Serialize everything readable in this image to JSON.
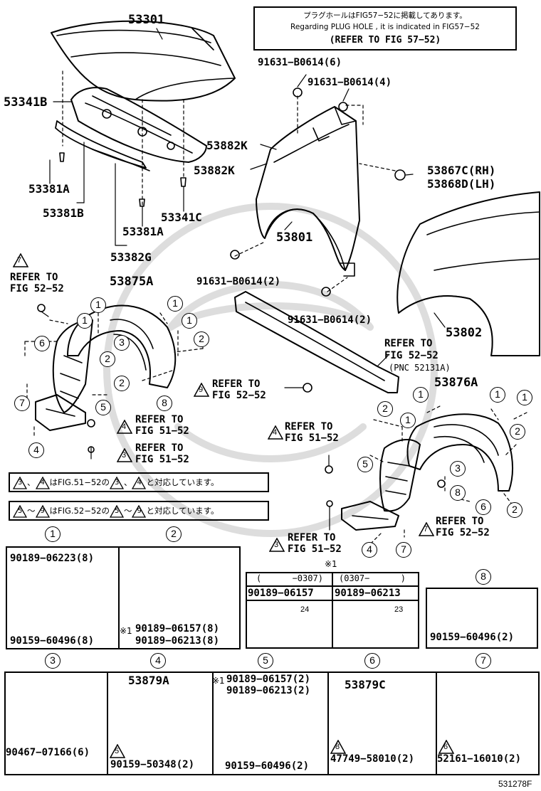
{
  "note": {
    "line_jp": "プラグホールはFIG57−52に掲載してあります。",
    "line_en": "Regarding PLUG HOLE , it is indicated in FIG57−52",
    "line_ref": "(REFER TO FIG 57−52)"
  },
  "parts": {
    "p53301": "53301",
    "p53341B": "53341B",
    "p91631_6": "91631−B0614(6)",
    "p91631_4": "91631−B0614(4)",
    "p53882K_a": "53882K",
    "p53882K_b": "53882K",
    "p53867C": "53867C(RH)",
    "p53868D": "53868D(LH)",
    "p53381A_a": "53381A",
    "p53381B": "53381B",
    "p53341C": "53341C",
    "p53381A_b": "53381A",
    "p53801": "53801",
    "p53382G": "53382G",
    "p91631_2a": "91631−B0614(2)",
    "p53875A": "53875A",
    "p91631_2b": "91631−B0614(2)",
    "p53802": "53802",
    "p53876A": "53876A",
    "pnc": "(PNC 52131A)"
  },
  "refs": {
    "r7_top": {
      "num": "7",
      "l1": "REFER TO",
      "l2": "FIG 52−52"
    },
    "r9": {
      "num": "9",
      "l1": "REFER TO",
      "l2": "FIG 52−52"
    },
    "r_fig_center": {
      "l1": "REFER TO",
      "l2": "FIG 52−52"
    },
    "r4_left": {
      "num": "4",
      "l1": "REFER TO",
      "l2": "FIG 51−52"
    },
    "r3_left": {
      "num": "3",
      "l1": "REFER TO",
      "l2": "FIG 51−52"
    },
    "r4_right": {
      "num": "4",
      "l1": "REFER TO",
      "l2": "FIG 51−52"
    },
    "r7_right": {
      "num": "7",
      "l1": "REFER TO",
      "l2": "FIG 52−52"
    },
    "r3_right": {
      "num": "3",
      "l1": "REFER TO",
      "l2": "FIG 51−52"
    }
  },
  "legend": {
    "a_t1": "3",
    "a_t2": "4",
    "a_text": "、 はFIG.51−52の 、 と対応しています。",
    "a_pre": "、",
    "a_mid": "はFIG.51−52の",
    "a_sep": "、",
    "a_post": "と対応しています。",
    "b_t1": "5",
    "b_t2": "9",
    "b_pre": "〜",
    "b_mid": "はFIG.52−52の",
    "b_sep": "〜",
    "b_post": "と対応しています。"
  },
  "callouts": [
    "1",
    "2",
    "3",
    "4",
    "5",
    "6",
    "7",
    "8"
  ],
  "details": {
    "d1": {
      "num": "1",
      "a": "90189−06223(8)",
      "b": "90159−60496(8)"
    },
    "d2": {
      "num": "2",
      "a": "90189−06157(8)",
      "b": "90189−06213(8)",
      "mark": "※1"
    },
    "dx": {
      "mark": "※1",
      "c1h": "(      −0307)",
      "c2h": "(0307−      )",
      "c1": "90189−06157",
      "c2": "90189−06213",
      "dim1": "24",
      "dim2": "23"
    },
    "d8": {
      "num": "8",
      "a": "90159−60496(2)"
    },
    "d3": {
      "num": "3",
      "a": "90467−07166(6)"
    },
    "d4": {
      "num": "4",
      "part": "53879A",
      "tri": "5",
      "a": "90159−50348(2)"
    },
    "d5": {
      "num": "5",
      "mark": "※1",
      "a": "90189−06157(2)",
      "b": "90189−06213(2)",
      "c": "90159−60496(2)"
    },
    "d6": {
      "num": "6",
      "part": "53879C",
      "tri": "8",
      "a": "47749−58010(2)"
    },
    "d7": {
      "num": "7",
      "tri": "6",
      "a": "52161−16010(2)"
    }
  },
  "footer": "531278F"
}
